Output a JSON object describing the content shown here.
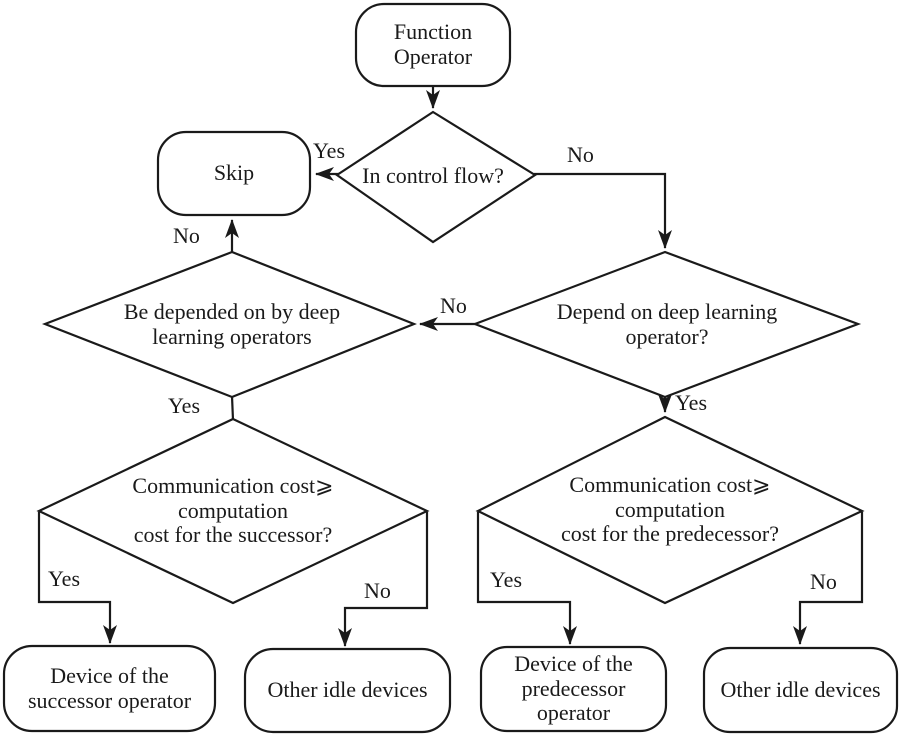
{
  "diagram_type": "flowchart",
  "colors": {
    "line": "#1a1a1a",
    "text": "#1a1a1a",
    "background": "#ffffff"
  },
  "nodes": {
    "function_operator": "Function\nOperator",
    "skip": "Skip",
    "in_control_flow": "In control flow?",
    "be_depended_on": "Be depended on by deep\nlearning operators",
    "depend_on": "Depend on deep learning\noperator?",
    "comm_cost_successor": "Communication cost⩾\ncomputation\ncost for the successor?",
    "comm_cost_predecessor": "Communication cost⩾\ncomputation\ncost for the predecessor?",
    "device_successor": "Device of the\nsuccessor operator",
    "other_idle_devices_left": "Other idle devices",
    "device_predecessor": "Device of the\npredecessor\noperator",
    "other_idle_devices_right": "Other idle devices"
  },
  "edge_labels": {
    "in_control_flow_yes": "Yes",
    "in_control_flow_no": "No",
    "be_depended_no": "No",
    "depend_on_no": "No",
    "be_depended_yes": "Yes",
    "depend_on_yes": "Yes",
    "successor_yes": "Yes",
    "successor_no": "No",
    "predecessor_yes": "Yes",
    "predecessor_no": "No"
  }
}
